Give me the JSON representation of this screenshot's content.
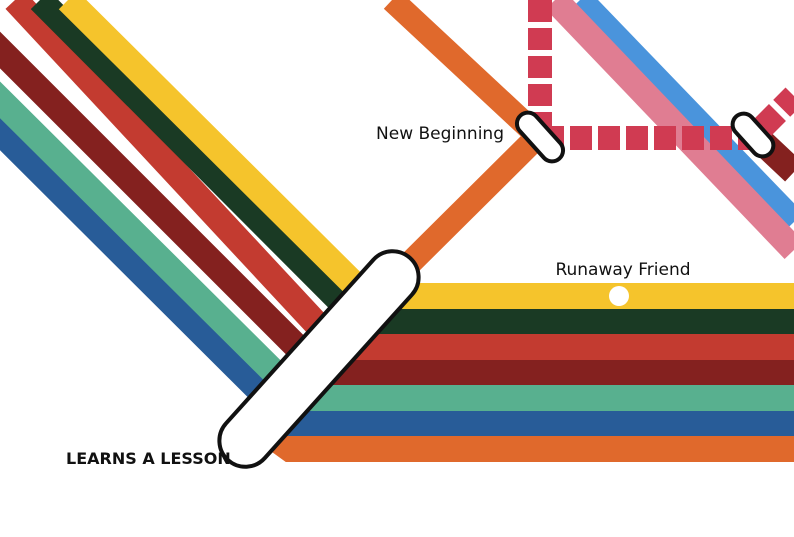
{
  "map": {
    "lines": [
      {
        "id": "yellow",
        "color": "#f5c42c"
      },
      {
        "id": "dark-green",
        "color": "#1a3a24"
      },
      {
        "id": "red",
        "color": "#c33b30"
      },
      {
        "id": "maroon",
        "color": "#84211f"
      },
      {
        "id": "teal",
        "color": "#58b08f"
      },
      {
        "id": "blue",
        "color": "#285c98"
      },
      {
        "id": "orange",
        "color": "#e0692c"
      },
      {
        "id": "pink",
        "color": "#e07d92"
      },
      {
        "id": "light-blue",
        "color": "#4a94dc"
      },
      {
        "id": "crimson-dashed",
        "color": "#d03b52"
      }
    ],
    "stations": {
      "new_beginning": "New Beginning",
      "runaway_friend": "Runaway Friend",
      "learns_a_lesson": "LEARNS A LESSON"
    }
  }
}
